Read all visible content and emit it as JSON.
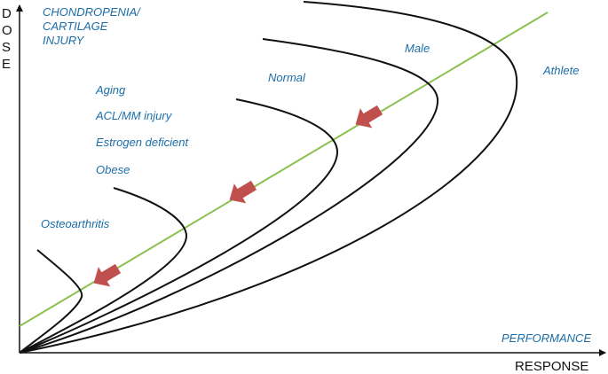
{
  "axes": {
    "y_title_letters": [
      "D",
      "O",
      "S",
      "E"
    ],
    "x_title": "RESPONSE"
  },
  "labels": {
    "chondropenia_line1": "CHONDROPENIA/",
    "chondropenia_line2": "CARTILAGE",
    "chondropenia_line3": "INJURY",
    "aging": "Aging",
    "acl_mm_injury": "ACL/MM injury",
    "estrogen_deficient": "Estrogen deficient",
    "obese": "Obese",
    "osteoarthritis": "Osteoarthritis",
    "normal": "Normal",
    "male": "Male",
    "athlete": "Athlete",
    "performance": "PERFORMANCE"
  },
  "colors": {
    "label_blue": "#1b6ea8",
    "trend_line_green": "#8cc152",
    "arrow_red": "#c0504d",
    "curve_black": "#111111"
  }
}
